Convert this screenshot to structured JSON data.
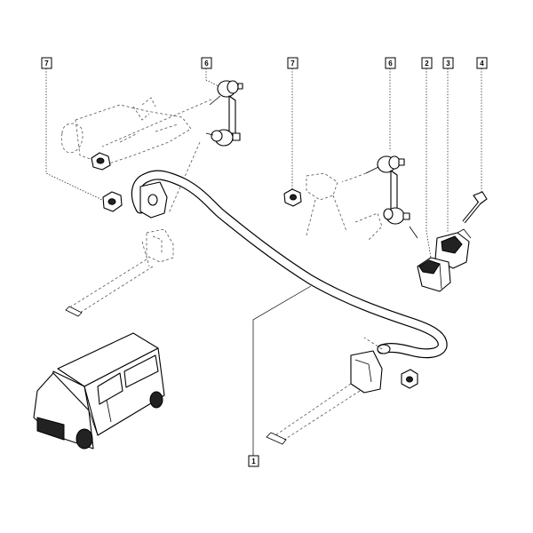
{
  "callouts": [
    {
      "id": "c1",
      "label": "1"
    },
    {
      "id": "c2",
      "label": "2"
    },
    {
      "id": "c3",
      "label": "3"
    },
    {
      "id": "c4",
      "label": "4"
    },
    {
      "id": "c6a",
      "label": "6"
    },
    {
      "id": "c6b",
      "label": "6"
    },
    {
      "id": "c7a",
      "label": "7"
    },
    {
      "id": "c7b",
      "label": "7"
    }
  ]
}
